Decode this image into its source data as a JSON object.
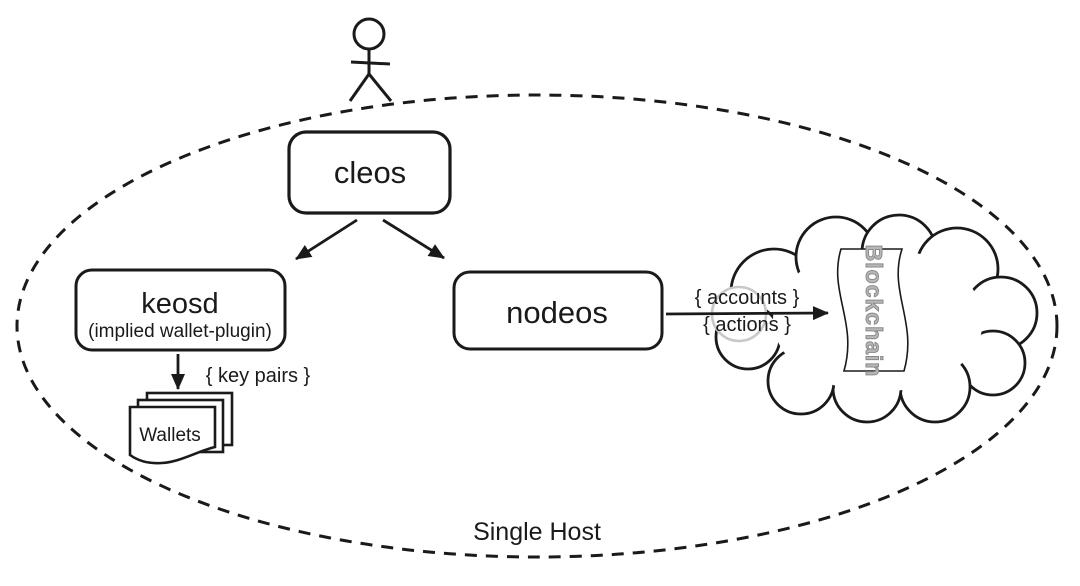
{
  "boundary": {
    "label": "Single Host"
  },
  "nodes": {
    "cleos": {
      "label": "cleos"
    },
    "keosd": {
      "label": "keosd",
      "sublabel": "(implied wallet-plugin)"
    },
    "nodeos": {
      "label": "nodeos"
    },
    "wallets": {
      "label": "Wallets"
    },
    "blockchain": {
      "label": "Blockchain"
    }
  },
  "edges": {
    "keosd_to_wallets": {
      "label": "{ key pairs }"
    },
    "nodeos_to_blockchain": {
      "label_top": "{ accounts }",
      "label_bottom": "{ actions }"
    }
  },
  "colors": {
    "stroke": "#1a1a1a",
    "background": "#ffffff",
    "gray_arc": "#c8c8c8",
    "blockchain_text_fill": "#b8b8b8",
    "blockchain_text_stroke": "#8a8a8a"
  }
}
